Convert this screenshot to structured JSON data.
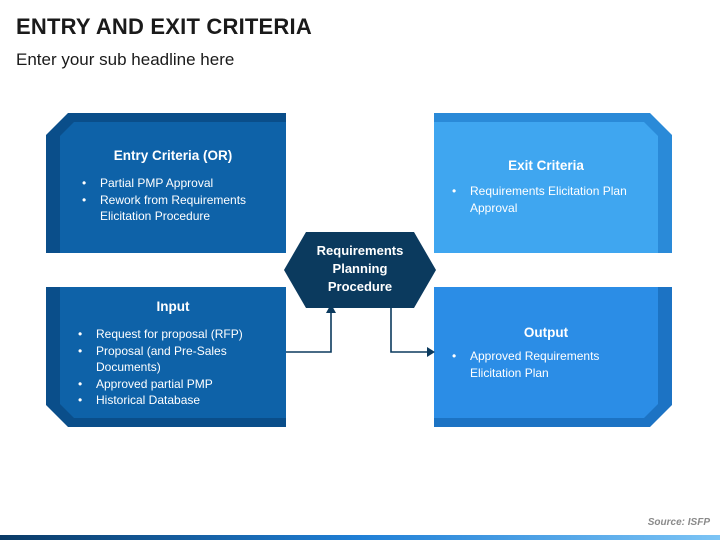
{
  "title": "ENTRY AND EXIT CRITERIA",
  "subtitle": "Enter your sub headline here",
  "center": {
    "lines": [
      "Requirements",
      "Planning",
      "Procedure"
    ]
  },
  "entry": {
    "heading": "Entry Criteria (OR)",
    "items": [
      "Partial PMP Approval",
      "Rework from Requirements Elicitation Procedure"
    ]
  },
  "exit": {
    "heading": "Exit Criteria",
    "items": [
      "Requirements Elicitation Plan Approval"
    ]
  },
  "input": {
    "heading": "Input",
    "items": [
      "Request for proposal (RFP)",
      "Proposal (and Pre-Sales Documents)",
      "Approved partial PMP",
      "Historical Database"
    ]
  },
  "output": {
    "heading": "Output",
    "items": [
      "Approved Requirements Elicitation Plan"
    ]
  },
  "source": "Source: ISFP",
  "colors": {
    "dark_blue": "#0e62a8",
    "dark_blue_frame": "#0a4e8a",
    "light_blue": "#3fa6f0",
    "light_blue_frame": "#2a8ad8",
    "mid_blue": "#2b8de6",
    "mid_blue_frame": "#1c73c4",
    "hexagon": "#0b3a5e",
    "arrow": "#0b3a5e"
  }
}
